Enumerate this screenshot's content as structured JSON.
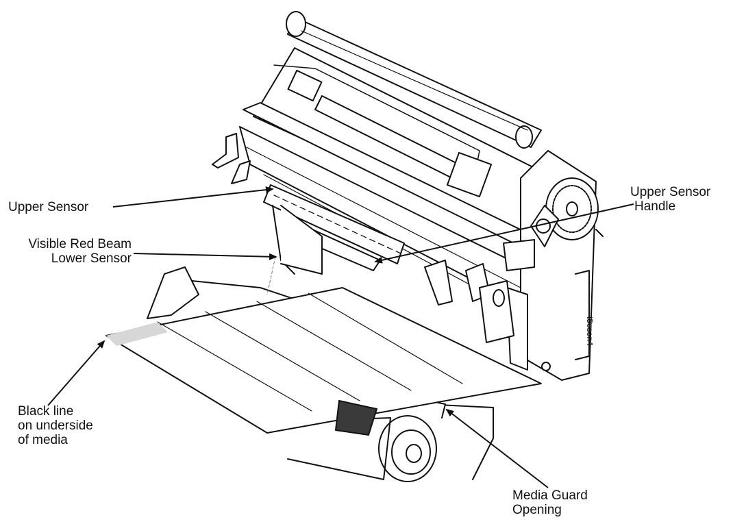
{
  "labels": {
    "upper_sensor": "Upper Sensor",
    "visible_red_beam": [
      "Visible Red Beam",
      "Lower Sensor"
    ],
    "upper_sensor_handle": [
      "Upper Sensor",
      "Handle"
    ],
    "black_line": [
      "Black line",
      "on underside",
      "of media"
    ],
    "media_guard": [
      "Media Guard",
      "Opening"
    ]
  },
  "figure_code": "t5osen4",
  "colors": {
    "line": "#111111",
    "media_mark": "#3a3a3a",
    "gap": "#d7d7d7"
  }
}
